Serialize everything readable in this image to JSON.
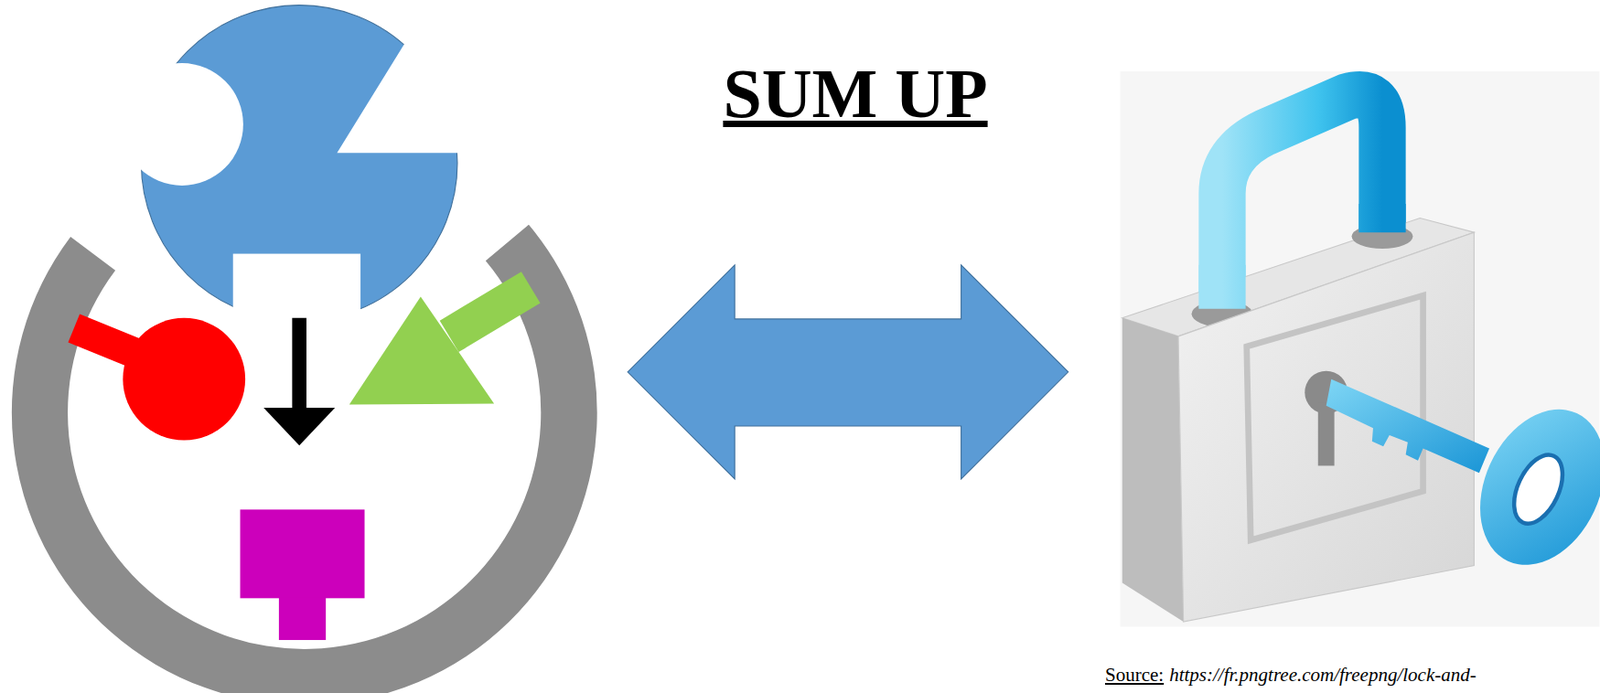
{
  "diagram": {
    "title": "SUM UP",
    "labels": [
      "Source:",
      "https://fr.pngtree.com/freepng/lock-and-"
    ]
  }
}
